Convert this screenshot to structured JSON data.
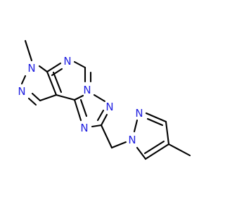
{
  "molecule": {
    "colors": {
      "bond": "#000000",
      "nitrogen": "#2020e0",
      "background": "#ffffff"
    },
    "atoms": [
      {
        "id": "n_methyl",
        "label": "N",
        "element": "N"
      },
      {
        "id": "n_pyrazole2",
        "label": "N",
        "element": "N"
      },
      {
        "id": "n_pyrimidine",
        "label": "N",
        "element": "N"
      },
      {
        "id": "n_bridge",
        "label": "N",
        "element": "N"
      },
      {
        "id": "n_triazole",
        "label": "N",
        "element": "N"
      },
      {
        "id": "n_triazole2",
        "label": "N",
        "element": "N"
      },
      {
        "id": "n_pz_a",
        "label": "N",
        "element": "N"
      },
      {
        "id": "n_pz_b",
        "label": "N",
        "element": "N"
      }
    ]
  }
}
